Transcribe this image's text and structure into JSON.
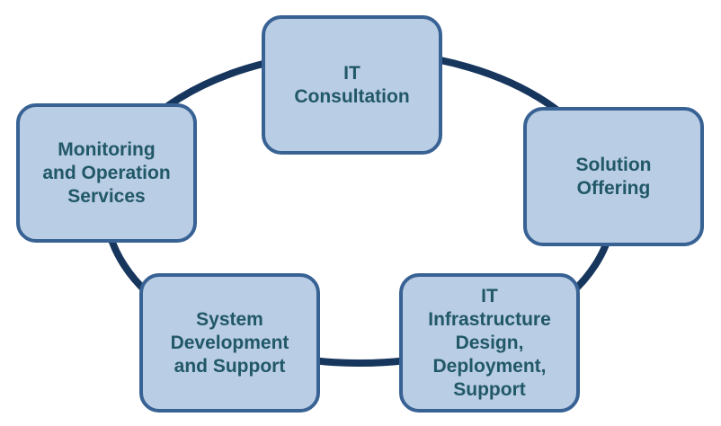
{
  "colors": {
    "node_fill": "#b9cde5",
    "node_border": "#386294",
    "text": "#215868",
    "ring": "#17365d"
  },
  "nodes": [
    {
      "id": "it-consultation",
      "label": "IT\nConsultation"
    },
    {
      "id": "solution-offering",
      "label": "Solution\nOffering"
    },
    {
      "id": "it-infrastructure",
      "label": "IT\nInfrastructure\nDesign,\nDeployment,\nSupport"
    },
    {
      "id": "system-development",
      "label": "System\nDevelopment\nand Support"
    },
    {
      "id": "monitoring",
      "label": "Monitoring\nand Operation\nServices"
    }
  ]
}
